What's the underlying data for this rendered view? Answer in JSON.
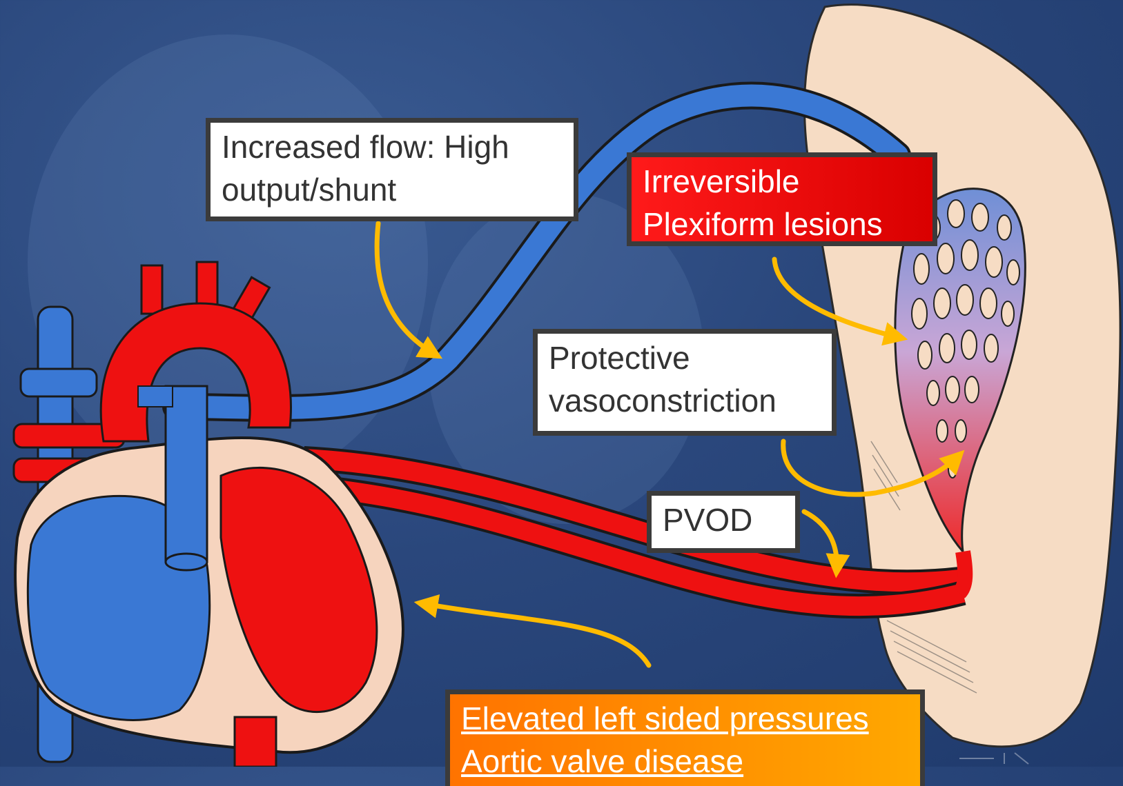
{
  "boxes": {
    "increased_flow": {
      "line1": "Increased flow: High",
      "line2": "output/shunt"
    },
    "plexiform": {
      "line1": "Irreversible",
      "line2": "Plexiform lesions"
    },
    "vasoconstriction": {
      "line1": "Protective",
      "line2": "vasoconstriction"
    },
    "pvod": {
      "line1": "PVOD"
    },
    "left_pressures": {
      "line1": "Elevated left sided pressures",
      "line2": "Aortic valve disease"
    }
  },
  "colors": {
    "background": "#2a477c",
    "blood_blue": "#3a78d4",
    "blood_red": "#ee1111",
    "lung": "#f6dcc4",
    "arrow": "#ffbb00",
    "plexiform_box": "#ff1a1a",
    "left_pressure_box": "#ff8c00"
  }
}
